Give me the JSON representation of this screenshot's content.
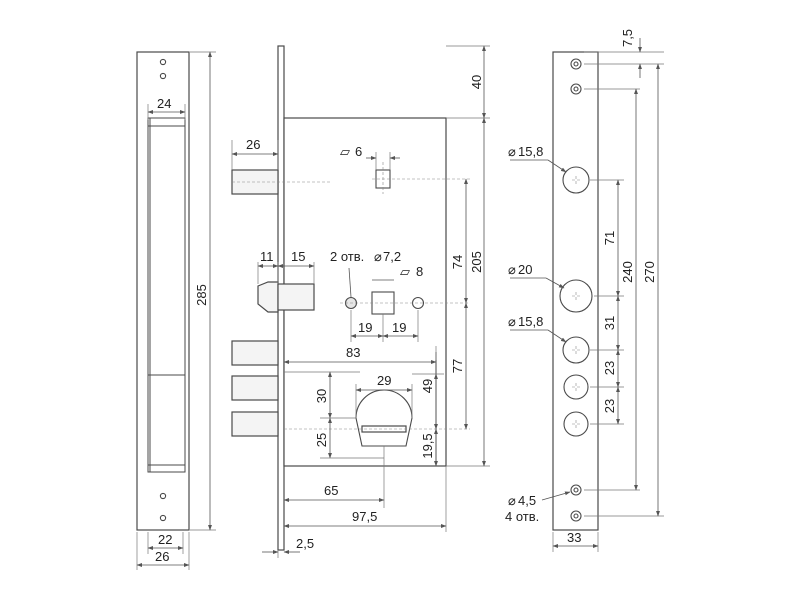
{
  "side_view": {
    "dims": {
      "width_top": "24",
      "height": "285",
      "width_plate": "22",
      "width_total": "26"
    }
  },
  "front_view": {
    "dims": {
      "top_offset": "40",
      "bolt_length": "26",
      "square_6": "6",
      "holes_label": "2 отв.",
      "holes_dia": "7,2",
      "square_8": "8",
      "latch_11": "11",
      "latch_15": "15",
      "spacing_left": "19",
      "spacing_right": "19",
      "width_83": "83",
      "cyl_29": "29",
      "cyl_30": "30",
      "cyl_25": "25",
      "h_49": "49",
      "h_19_5": "19,5",
      "h_74": "74",
      "h_77": "77",
      "h_205": "205",
      "backset_65": "65",
      "width_97_5": "97,5",
      "plate_2_5": "2,5"
    }
  },
  "face_view": {
    "dims": {
      "top_7_5": "7,5",
      "dia_15_8_a": "15,8",
      "dia_20": "20",
      "dia_15_8_b": "15,8",
      "dist_71": "71",
      "dist_31": "31",
      "dist_23_a": "23",
      "dist_23_b": "23",
      "dist_240": "240",
      "dist_270": "270",
      "dia_4_5": "4,5",
      "holes_4": "4 отв.",
      "width_33": "33"
    }
  }
}
